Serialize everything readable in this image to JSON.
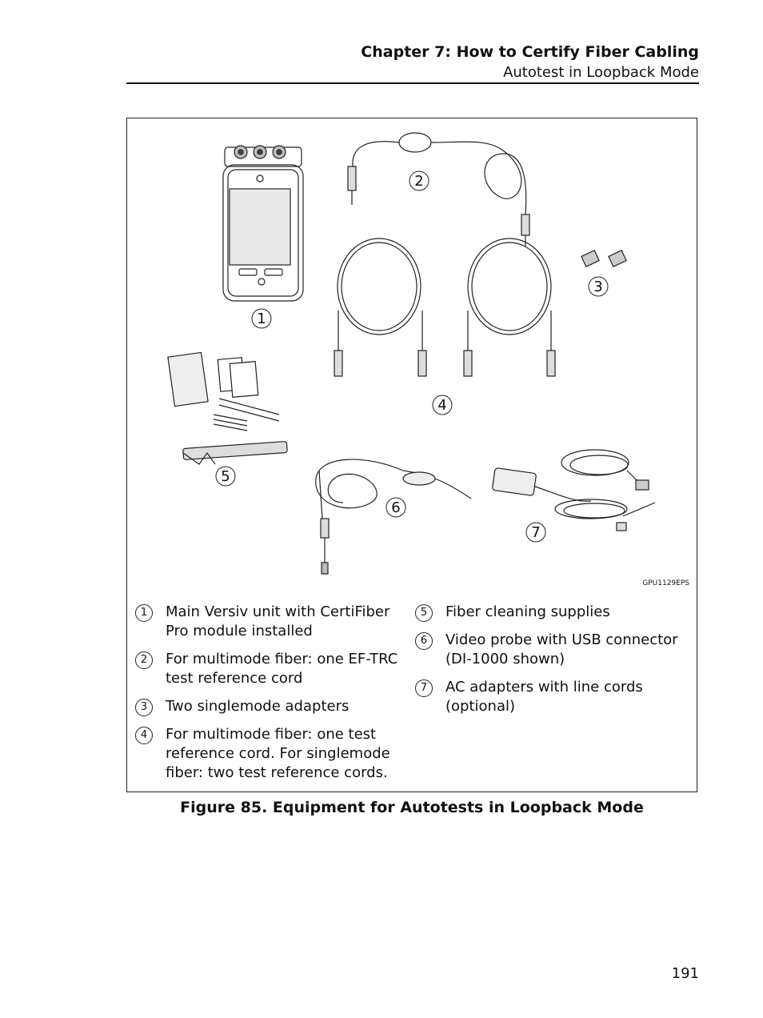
{
  "header": {
    "chapter": "Chapter 7: How to Certify Fiber Cabling",
    "section": "Autotest in Loopback Mode"
  },
  "figure": {
    "art_code": "GPU1129EPS",
    "callouts": [
      "1",
      "2",
      "3",
      "4",
      "5",
      "6",
      "7"
    ],
    "legend_left": [
      {
        "num": "1",
        "text": "Main Versiv unit with CertiFiber Pro module installed"
      },
      {
        "num": "2",
        "text": "For multimode fiber: one EF-TRC test reference cord"
      },
      {
        "num": "3",
        "text": "Two singlemode adapters"
      },
      {
        "num": "4",
        "text": "For multimode fiber: one test reference cord. For singlemode fiber: two test reference cords."
      }
    ],
    "legend_right": [
      {
        "num": "5",
        "text": "Fiber cleaning supplies"
      },
      {
        "num": "6",
        "text": "Video probe with USB connector (DI-1000 shown)"
      },
      {
        "num": "7",
        "text": "AC adapters with line cords (optional)"
      }
    ],
    "caption": "Figure 85. Equipment for Autotests in Loopback Mode"
  },
  "page_number": "191"
}
